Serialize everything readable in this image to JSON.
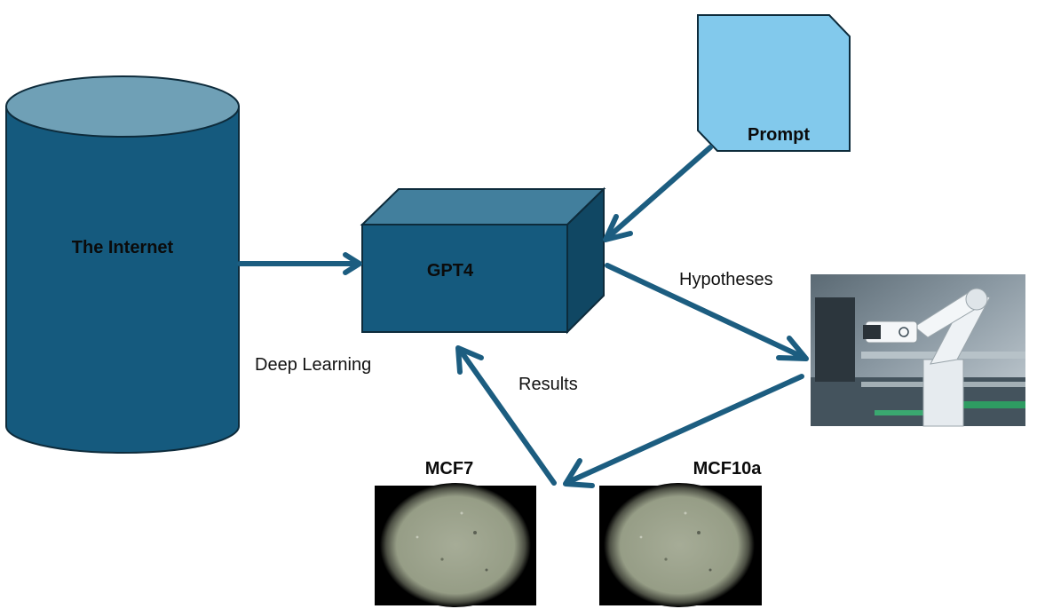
{
  "nodes": {
    "internet": {
      "label": "The Internet"
    },
    "model": {
      "label": "GPT4"
    },
    "prompt": {
      "label": "Prompt"
    },
    "robot": {
      "label": ""
    },
    "mcf7": {
      "label": "MCF7"
    },
    "mcf10a": {
      "label": "MCF10a"
    }
  },
  "edges": {
    "deep_learning": {
      "label": "Deep Learning"
    },
    "hypotheses": {
      "label": "Hypotheses"
    },
    "results": {
      "label": "Results"
    }
  },
  "colors": {
    "cylinder_body": "#155a7e",
    "cylinder_top": "#6fa0b6",
    "cube_front": "#155a7e",
    "cube_top": "#427f9d",
    "cube_side": "#104763",
    "prompt_fill": "#82c9ec",
    "arrow": "#1c5d80",
    "outline": "#0d2b3b"
  }
}
